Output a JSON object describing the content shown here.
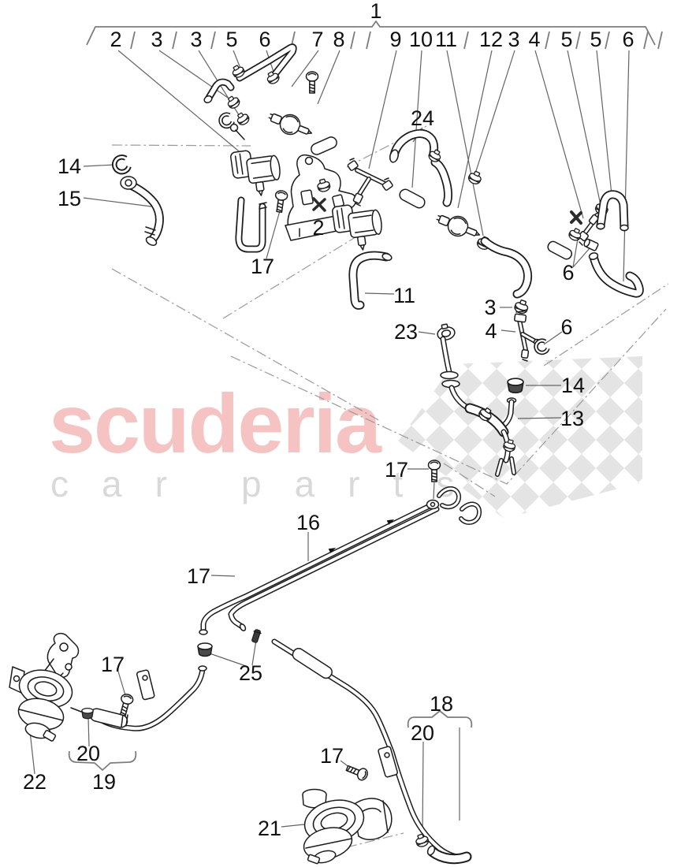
{
  "colors": {
    "line": "#1c1c1c",
    "leader": "#636363",
    "phantom": "#9a9a9a",
    "label": "#111111",
    "watermark_pink": "#f6c3c3",
    "watermark_gray": "#d9d9d9",
    "checker": "#e4e4e4"
  },
  "watermark": {
    "brand": "scuderia",
    "word1": "car",
    "word2": "parts"
  },
  "assembly_bracket": {
    "label": "1"
  },
  "top_numbers": [
    {
      "label": "2"
    },
    {
      "label": "3"
    },
    {
      "label": "3"
    },
    {
      "label": "5"
    },
    {
      "label": "6"
    },
    {
      "label": "7"
    },
    {
      "label": "8"
    },
    {
      "label": "9"
    },
    {
      "label": "10"
    },
    {
      "label": "11"
    },
    {
      "label": "12"
    },
    {
      "label": "3"
    },
    {
      "label": "4"
    },
    {
      "label": "5"
    },
    {
      "label": "5"
    },
    {
      "label": "6"
    }
  ],
  "callouts": [
    {
      "label": "14"
    },
    {
      "label": "15"
    },
    {
      "label": "17"
    },
    {
      "label": "2"
    },
    {
      "label": "11"
    },
    {
      "label": "24"
    },
    {
      "label": "23"
    },
    {
      "label": "3"
    },
    {
      "label": "4"
    },
    {
      "label": "6"
    },
    {
      "label": "6"
    },
    {
      "label": "14"
    },
    {
      "label": "13"
    },
    {
      "label": "17"
    },
    {
      "label": "16"
    },
    {
      "label": "17"
    },
    {
      "label": "25"
    },
    {
      "label": "17"
    },
    {
      "label": "20"
    },
    {
      "label": "19"
    },
    {
      "label": "22"
    },
    {
      "label": "21"
    },
    {
      "label": "17"
    },
    {
      "label": "18"
    },
    {
      "label": "20"
    }
  ]
}
